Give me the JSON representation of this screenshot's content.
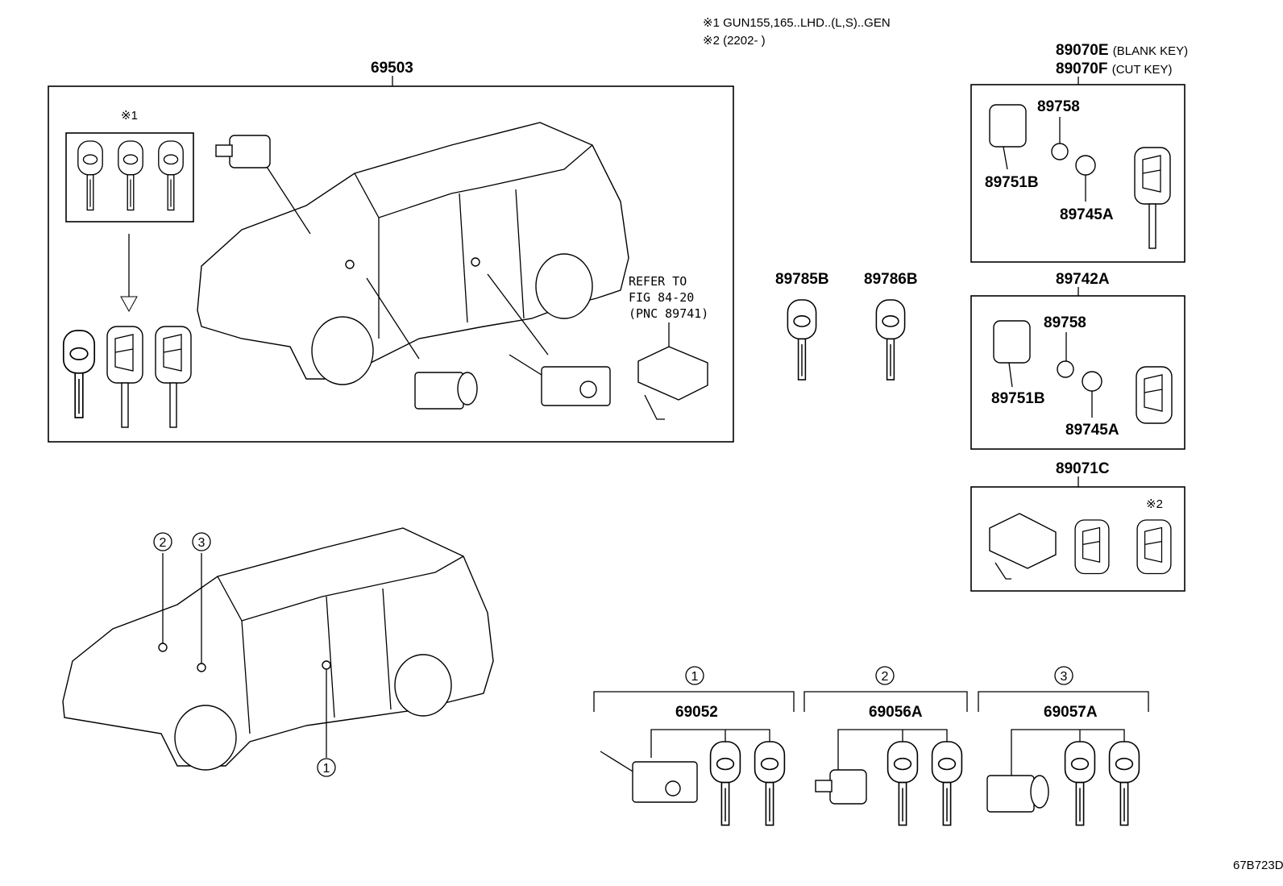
{
  "notes": {
    "note1": "※1 GUN155,165..LHD..(L,S)..GEN",
    "note2": "※2 (2202-        )"
  },
  "assembly": {
    "label": "69503",
    "note_marker": "※1",
    "refer": [
      "REFER TO",
      "FIG 84-20",
      "(PNC 89741)"
    ]
  },
  "keys_loose": [
    "89785B",
    "89786B"
  ],
  "transmitter_assy": {
    "label1": "89070E",
    "label1_suffix": "(BLANK KEY)",
    "label2": "89070F",
    "label2_suffix": "(CUT KEY)",
    "parts": [
      "89758",
      "89751B",
      "89745A"
    ]
  },
  "transmitter_housing": {
    "label": "89742A",
    "parts": [
      "89758",
      "89751B",
      "89745A"
    ]
  },
  "receiver_set": {
    "label": "89071C",
    "note_marker": "※2"
  },
  "locations": [
    "1",
    "2",
    "3"
  ],
  "cylinder_sets": [
    {
      "marker": "1",
      "label": "69052"
    },
    {
      "marker": "2",
      "label": "69056A"
    },
    {
      "marker": "3",
      "label": "69057A"
    }
  ],
  "figure_id": "67B723D"
}
